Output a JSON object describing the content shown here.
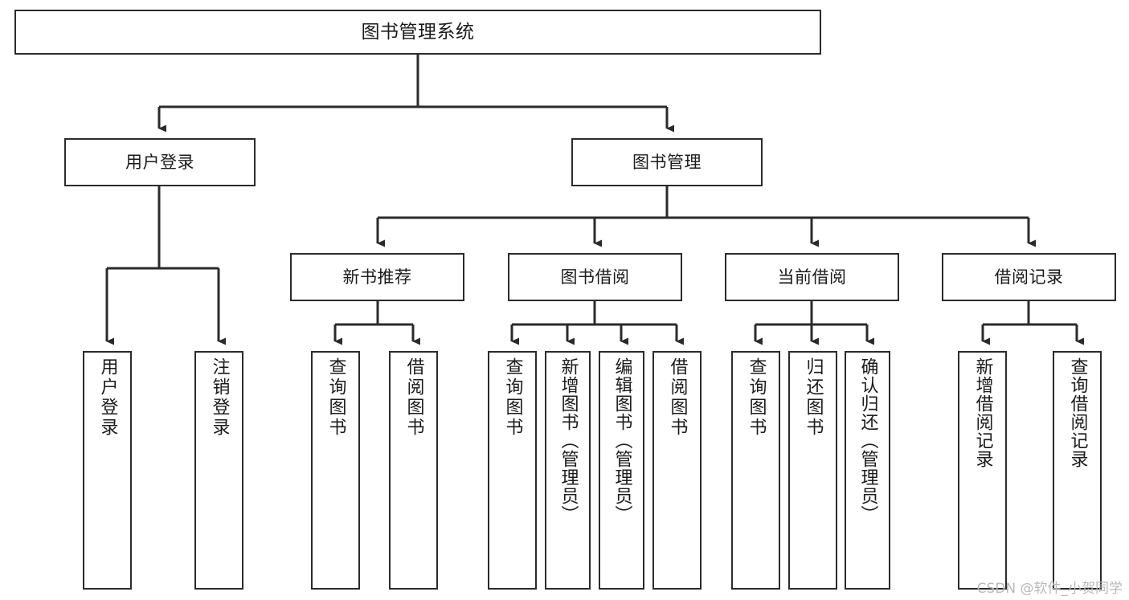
{
  "diagram": {
    "title": "图书管理系统",
    "type": "tree",
    "root": {
      "id": "root",
      "label": "图书管理系统"
    },
    "level2": [
      {
        "id": "user-login",
        "label": "用户登录"
      },
      {
        "id": "book-manage",
        "label": "图书管理"
      }
    ],
    "level3": [
      {
        "id": "new-book-recommend",
        "label": "新书推荐",
        "parent": "book-manage"
      },
      {
        "id": "book-borrow",
        "label": "图书借阅",
        "parent": "book-manage"
      },
      {
        "id": "current-borrow",
        "label": "当前借阅",
        "parent": "book-manage"
      },
      {
        "id": "borrow-record",
        "label": "借阅记录",
        "parent": "book-manage"
      }
    ],
    "leaves": [
      {
        "id": "leaf-user-login",
        "label": "用户登录",
        "parent": "user-login"
      },
      {
        "id": "leaf-user-logout",
        "label": "注销登录",
        "parent": "user-login"
      },
      {
        "id": "leaf-query-book-1",
        "label": "查询图书",
        "parent": "new-book-recommend"
      },
      {
        "id": "leaf-borrow-book-1",
        "label": "借阅图书",
        "parent": "new-book-recommend"
      },
      {
        "id": "leaf-query-book-2",
        "label": "查询图书",
        "parent": "book-borrow"
      },
      {
        "id": "leaf-add-book",
        "label": "新增图书（管理员）",
        "parent": "book-borrow"
      },
      {
        "id": "leaf-edit-book",
        "label": "编辑图书（管理员）",
        "parent": "book-borrow"
      },
      {
        "id": "leaf-borrow-book-2",
        "label": "借阅图书",
        "parent": "book-borrow"
      },
      {
        "id": "leaf-query-book-3",
        "label": "查询图书",
        "parent": "current-borrow"
      },
      {
        "id": "leaf-return-book",
        "label": "归还图书",
        "parent": "current-borrow"
      },
      {
        "id": "leaf-confirm-return",
        "label": "确认归还（管理员）",
        "parent": "current-borrow"
      },
      {
        "id": "leaf-add-record",
        "label": "新增借阅记录",
        "parent": "borrow-record"
      },
      {
        "id": "leaf-query-record",
        "label": "查询借阅记录",
        "parent": "borrow-record"
      }
    ],
    "colors": {
      "box_border": "#2b2b2b",
      "box_fill": "#ffffff",
      "connector": "#2b2b2b",
      "text": "#1b1b1b",
      "watermark": "#b9b9b9",
      "background": "#ffffff"
    }
  },
  "watermark": {
    "text": "CSDN @软件_小贺同学"
  }
}
